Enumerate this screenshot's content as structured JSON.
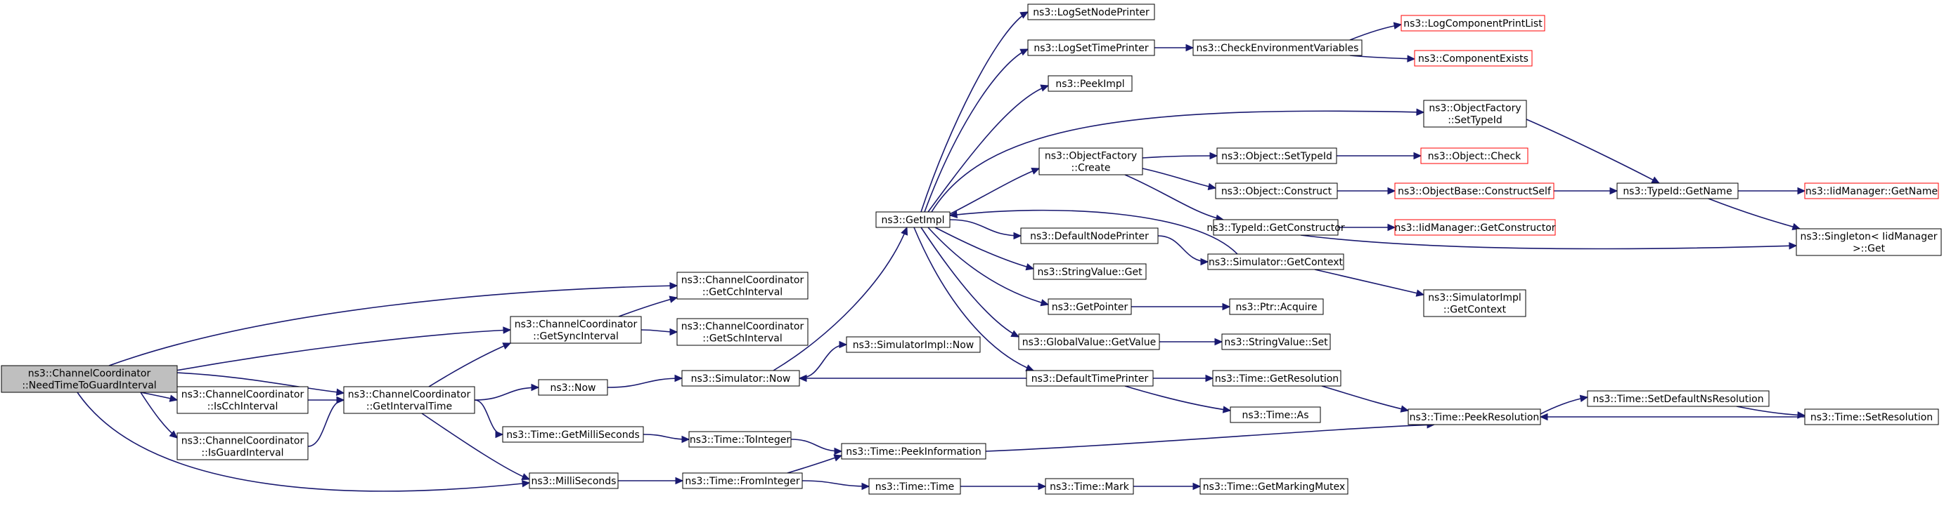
{
  "colors": {
    "edge": "#191970",
    "node_border": "#000000",
    "node_border_truncated": "#ff0000",
    "node_fill": "#ffffff",
    "root_fill": "#bfbfbf"
  },
  "nodes": [
    {
      "id": "root",
      "lines": [
        "ns3::ChannelCoordinator",
        "::NeedTimeToGuardInterval"
      ],
      "style": "root"
    },
    {
      "id": "getcch",
      "lines": [
        "ns3::ChannelCoordinator",
        "::GetCchInterval"
      ],
      "style": "normal"
    },
    {
      "id": "getsync",
      "lines": [
        "ns3::ChannelCoordinator",
        "::GetSyncInterval"
      ],
      "style": "normal"
    },
    {
      "id": "getsch",
      "lines": [
        "ns3::ChannelCoordinator",
        "::GetSchInterval"
      ],
      "style": "normal"
    },
    {
      "id": "iscch",
      "lines": [
        "ns3::ChannelCoordinator",
        "::IsCchInterval"
      ],
      "style": "normal"
    },
    {
      "id": "getinterval",
      "lines": [
        "ns3::ChannelCoordinator",
        "::GetIntervalTime"
      ],
      "style": "normal"
    },
    {
      "id": "isguard",
      "lines": [
        "ns3::ChannelCoordinator",
        "::IsGuardInterval"
      ],
      "style": "normal"
    },
    {
      "id": "now",
      "lines": [
        "ns3::Now"
      ],
      "style": "normal"
    },
    {
      "id": "getms",
      "lines": [
        "ns3::Time::GetMilliSeconds"
      ],
      "style": "normal"
    },
    {
      "id": "ms",
      "lines": [
        "ns3::MilliSeconds"
      ],
      "style": "normal"
    },
    {
      "id": "simnow",
      "lines": [
        "ns3::Simulator::Now"
      ],
      "style": "normal"
    },
    {
      "id": "toint",
      "lines": [
        "ns3::Time::ToInteger"
      ],
      "style": "normal"
    },
    {
      "id": "fromint",
      "lines": [
        "ns3::Time::FromInteger"
      ],
      "style": "normal"
    },
    {
      "id": "simimplnow",
      "lines": [
        "ns3::SimulatorImpl::Now"
      ],
      "style": "normal"
    },
    {
      "id": "getimpl",
      "lines": [
        "ns3::GetImpl"
      ],
      "style": "normal"
    },
    {
      "id": "peekinfo",
      "lines": [
        "ns3::Time::PeekInformation"
      ],
      "style": "normal"
    },
    {
      "id": "timetime",
      "lines": [
        "ns3::Time::Time"
      ],
      "style": "normal"
    },
    {
      "id": "lognode",
      "lines": [
        "ns3::LogSetNodePrinter"
      ],
      "style": "normal"
    },
    {
      "id": "logtime",
      "lines": [
        "ns3::LogSetTimePrinter"
      ],
      "style": "normal"
    },
    {
      "id": "peekimpl",
      "lines": [
        "ns3::PeekImpl"
      ],
      "style": "normal"
    },
    {
      "id": "ofcreate",
      "lines": [
        "ns3::ObjectFactory",
        "::Create"
      ],
      "style": "normal"
    },
    {
      "id": "defnode",
      "lines": [
        "ns3::DefaultNodePrinter"
      ],
      "style": "normal"
    },
    {
      "id": "strget",
      "lines": [
        "ns3::StringValue::Get"
      ],
      "style": "normal"
    },
    {
      "id": "getptr",
      "lines": [
        "ns3::GetPointer"
      ],
      "style": "normal"
    },
    {
      "id": "gvget",
      "lines": [
        "ns3::GlobalValue::GetValue"
      ],
      "style": "normal"
    },
    {
      "id": "deftime",
      "lines": [
        "ns3::DefaultTimePrinter"
      ],
      "style": "normal"
    },
    {
      "id": "mark",
      "lines": [
        "ns3::Time::Mark"
      ],
      "style": "normal"
    },
    {
      "id": "checkenv",
      "lines": [
        "ns3::CheckEnvironmentVariables"
      ],
      "style": "normal"
    },
    {
      "id": "objsettid",
      "lines": [
        "ns3::Object::SetTypeId"
      ],
      "style": "normal"
    },
    {
      "id": "objconstruct",
      "lines": [
        "ns3::Object::Construct"
      ],
      "style": "normal"
    },
    {
      "id": "tidgetctor",
      "lines": [
        "ns3::TypeId::GetConstructor"
      ],
      "style": "normal"
    },
    {
      "id": "simgetctx",
      "lines": [
        "ns3::Simulator::GetContext"
      ],
      "style": "normal"
    },
    {
      "id": "ptracquire",
      "lines": [
        "ns3::Ptr::Acquire"
      ],
      "style": "normal"
    },
    {
      "id": "strset",
      "lines": [
        "ns3::StringValue::Set"
      ],
      "style": "normal"
    },
    {
      "id": "getres",
      "lines": [
        "ns3::Time::GetResolution"
      ],
      "style": "normal"
    },
    {
      "id": "timeas",
      "lines": [
        "ns3::Time::As"
      ],
      "style": "normal"
    },
    {
      "id": "getmutex",
      "lines": [
        "ns3::Time::GetMarkingMutex"
      ],
      "style": "normal"
    },
    {
      "id": "logcomp",
      "lines": [
        "ns3::LogComponentPrintList"
      ],
      "style": "truncated"
    },
    {
      "id": "compexists",
      "lines": [
        "ns3::ComponentExists"
      ],
      "style": "truncated"
    },
    {
      "id": "ofsettid",
      "lines": [
        "ns3::ObjectFactory",
        "::SetTypeId"
      ],
      "style": "normal"
    },
    {
      "id": "objcheck",
      "lines": [
        "ns3::Object::Check"
      ],
      "style": "truncated"
    },
    {
      "id": "obconstructself",
      "lines": [
        "ns3::ObjectBase::ConstructSelf"
      ],
      "style": "truncated"
    },
    {
      "id": "iidgetctor",
      "lines": [
        "ns3::IidManager::GetConstructor"
      ],
      "style": "truncated"
    },
    {
      "id": "simimplgetctx",
      "lines": [
        "ns3::SimulatorImpl",
        "::GetContext"
      ],
      "style": "normal"
    },
    {
      "id": "peekres",
      "lines": [
        "ns3::Time::PeekResolution"
      ],
      "style": "normal"
    },
    {
      "id": "tidgetname",
      "lines": [
        "ns3::TypeId::GetName"
      ],
      "style": "normal"
    },
    {
      "id": "setdefres",
      "lines": [
        "ns3::Time::SetDefaultNsResolution"
      ],
      "style": "normal"
    },
    {
      "id": "iidgetname",
      "lines": [
        "ns3::IidManager::GetName"
      ],
      "style": "truncated"
    },
    {
      "id": "singleton",
      "lines": [
        "ns3::Singleton< IidManager",
        ">::Get"
      ],
      "style": "normal"
    },
    {
      "id": "setres",
      "lines": [
        "ns3::Time::SetResolution"
      ],
      "style": "normal"
    }
  ],
  "edges": [
    {
      "from": "root",
      "to": "getcch"
    },
    {
      "from": "root",
      "to": "getsync"
    },
    {
      "from": "root",
      "to": "getinterval"
    },
    {
      "from": "root",
      "to": "iscch"
    },
    {
      "from": "root",
      "to": "isguard"
    },
    {
      "from": "root",
      "to": "ms"
    },
    {
      "from": "getsync",
      "to": "getcch"
    },
    {
      "from": "getsync",
      "to": "getsch"
    },
    {
      "from": "iscch",
      "to": "getinterval"
    },
    {
      "from": "isguard",
      "to": "getinterval"
    },
    {
      "from": "getinterval",
      "to": "getsync"
    },
    {
      "from": "getinterval",
      "to": "now"
    },
    {
      "from": "getinterval",
      "to": "getms"
    },
    {
      "from": "getinterval",
      "to": "ms"
    },
    {
      "from": "now",
      "to": "simnow"
    },
    {
      "from": "getms",
      "to": "toint"
    },
    {
      "from": "ms",
      "to": "fromint"
    },
    {
      "from": "simnow",
      "to": "simimplnow"
    },
    {
      "from": "simnow",
      "to": "getimpl"
    },
    {
      "from": "toint",
      "to": "peekinfo"
    },
    {
      "from": "fromint",
      "to": "peekinfo"
    },
    {
      "from": "fromint",
      "to": "timetime"
    },
    {
      "from": "timetime",
      "to": "mark"
    },
    {
      "from": "mark",
      "to": "getmutex"
    },
    {
      "from": "peekinfo",
      "to": "peekres"
    },
    {
      "from": "getimpl",
      "to": "lognode"
    },
    {
      "from": "getimpl",
      "to": "logtime"
    },
    {
      "from": "getimpl",
      "to": "peekimpl"
    },
    {
      "from": "getimpl",
      "to": "ofsettid"
    },
    {
      "from": "getimpl",
      "to": "ofcreate"
    },
    {
      "from": "getimpl",
      "to": "defnode"
    },
    {
      "from": "getimpl",
      "to": "strget"
    },
    {
      "from": "getimpl",
      "to": "getptr"
    },
    {
      "from": "getimpl",
      "to": "gvget"
    },
    {
      "from": "getimpl",
      "to": "deftime"
    },
    {
      "from": "logtime",
      "to": "checkenv"
    },
    {
      "from": "checkenv",
      "to": "logcomp"
    },
    {
      "from": "checkenv",
      "to": "compexists"
    },
    {
      "from": "ofcreate",
      "to": "objsettid"
    },
    {
      "from": "ofcreate",
      "to": "objconstruct"
    },
    {
      "from": "ofcreate",
      "to": "tidgetctor"
    },
    {
      "from": "objsettid",
      "to": "objcheck"
    },
    {
      "from": "objconstruct",
      "to": "obconstructself"
    },
    {
      "from": "obconstructself",
      "to": "tidgetname"
    },
    {
      "from": "tidgetctor",
      "to": "iidgetctor"
    },
    {
      "from": "tidgetctor",
      "to": "singleton"
    },
    {
      "from": "defnode",
      "to": "simgetctx"
    },
    {
      "from": "simgetctx",
      "to": "getimpl"
    },
    {
      "from": "simgetctx",
      "to": "simimplgetctx"
    },
    {
      "from": "getptr",
      "to": "ptracquire"
    },
    {
      "from": "gvget",
      "to": "strset"
    },
    {
      "from": "deftime",
      "to": "simnow"
    },
    {
      "from": "deftime",
      "to": "getres"
    },
    {
      "from": "deftime",
      "to": "timeas"
    },
    {
      "from": "getres",
      "to": "peekres"
    },
    {
      "from": "peekres",
      "to": "setdefres"
    },
    {
      "from": "setdefres",
      "to": "setres"
    },
    {
      "from": "setres",
      "to": "peekres"
    },
    {
      "from": "ofsettid",
      "to": "tidgetname"
    },
    {
      "from": "tidgetname",
      "to": "iidgetname"
    },
    {
      "from": "tidgetname",
      "to": "singleton"
    }
  ]
}
